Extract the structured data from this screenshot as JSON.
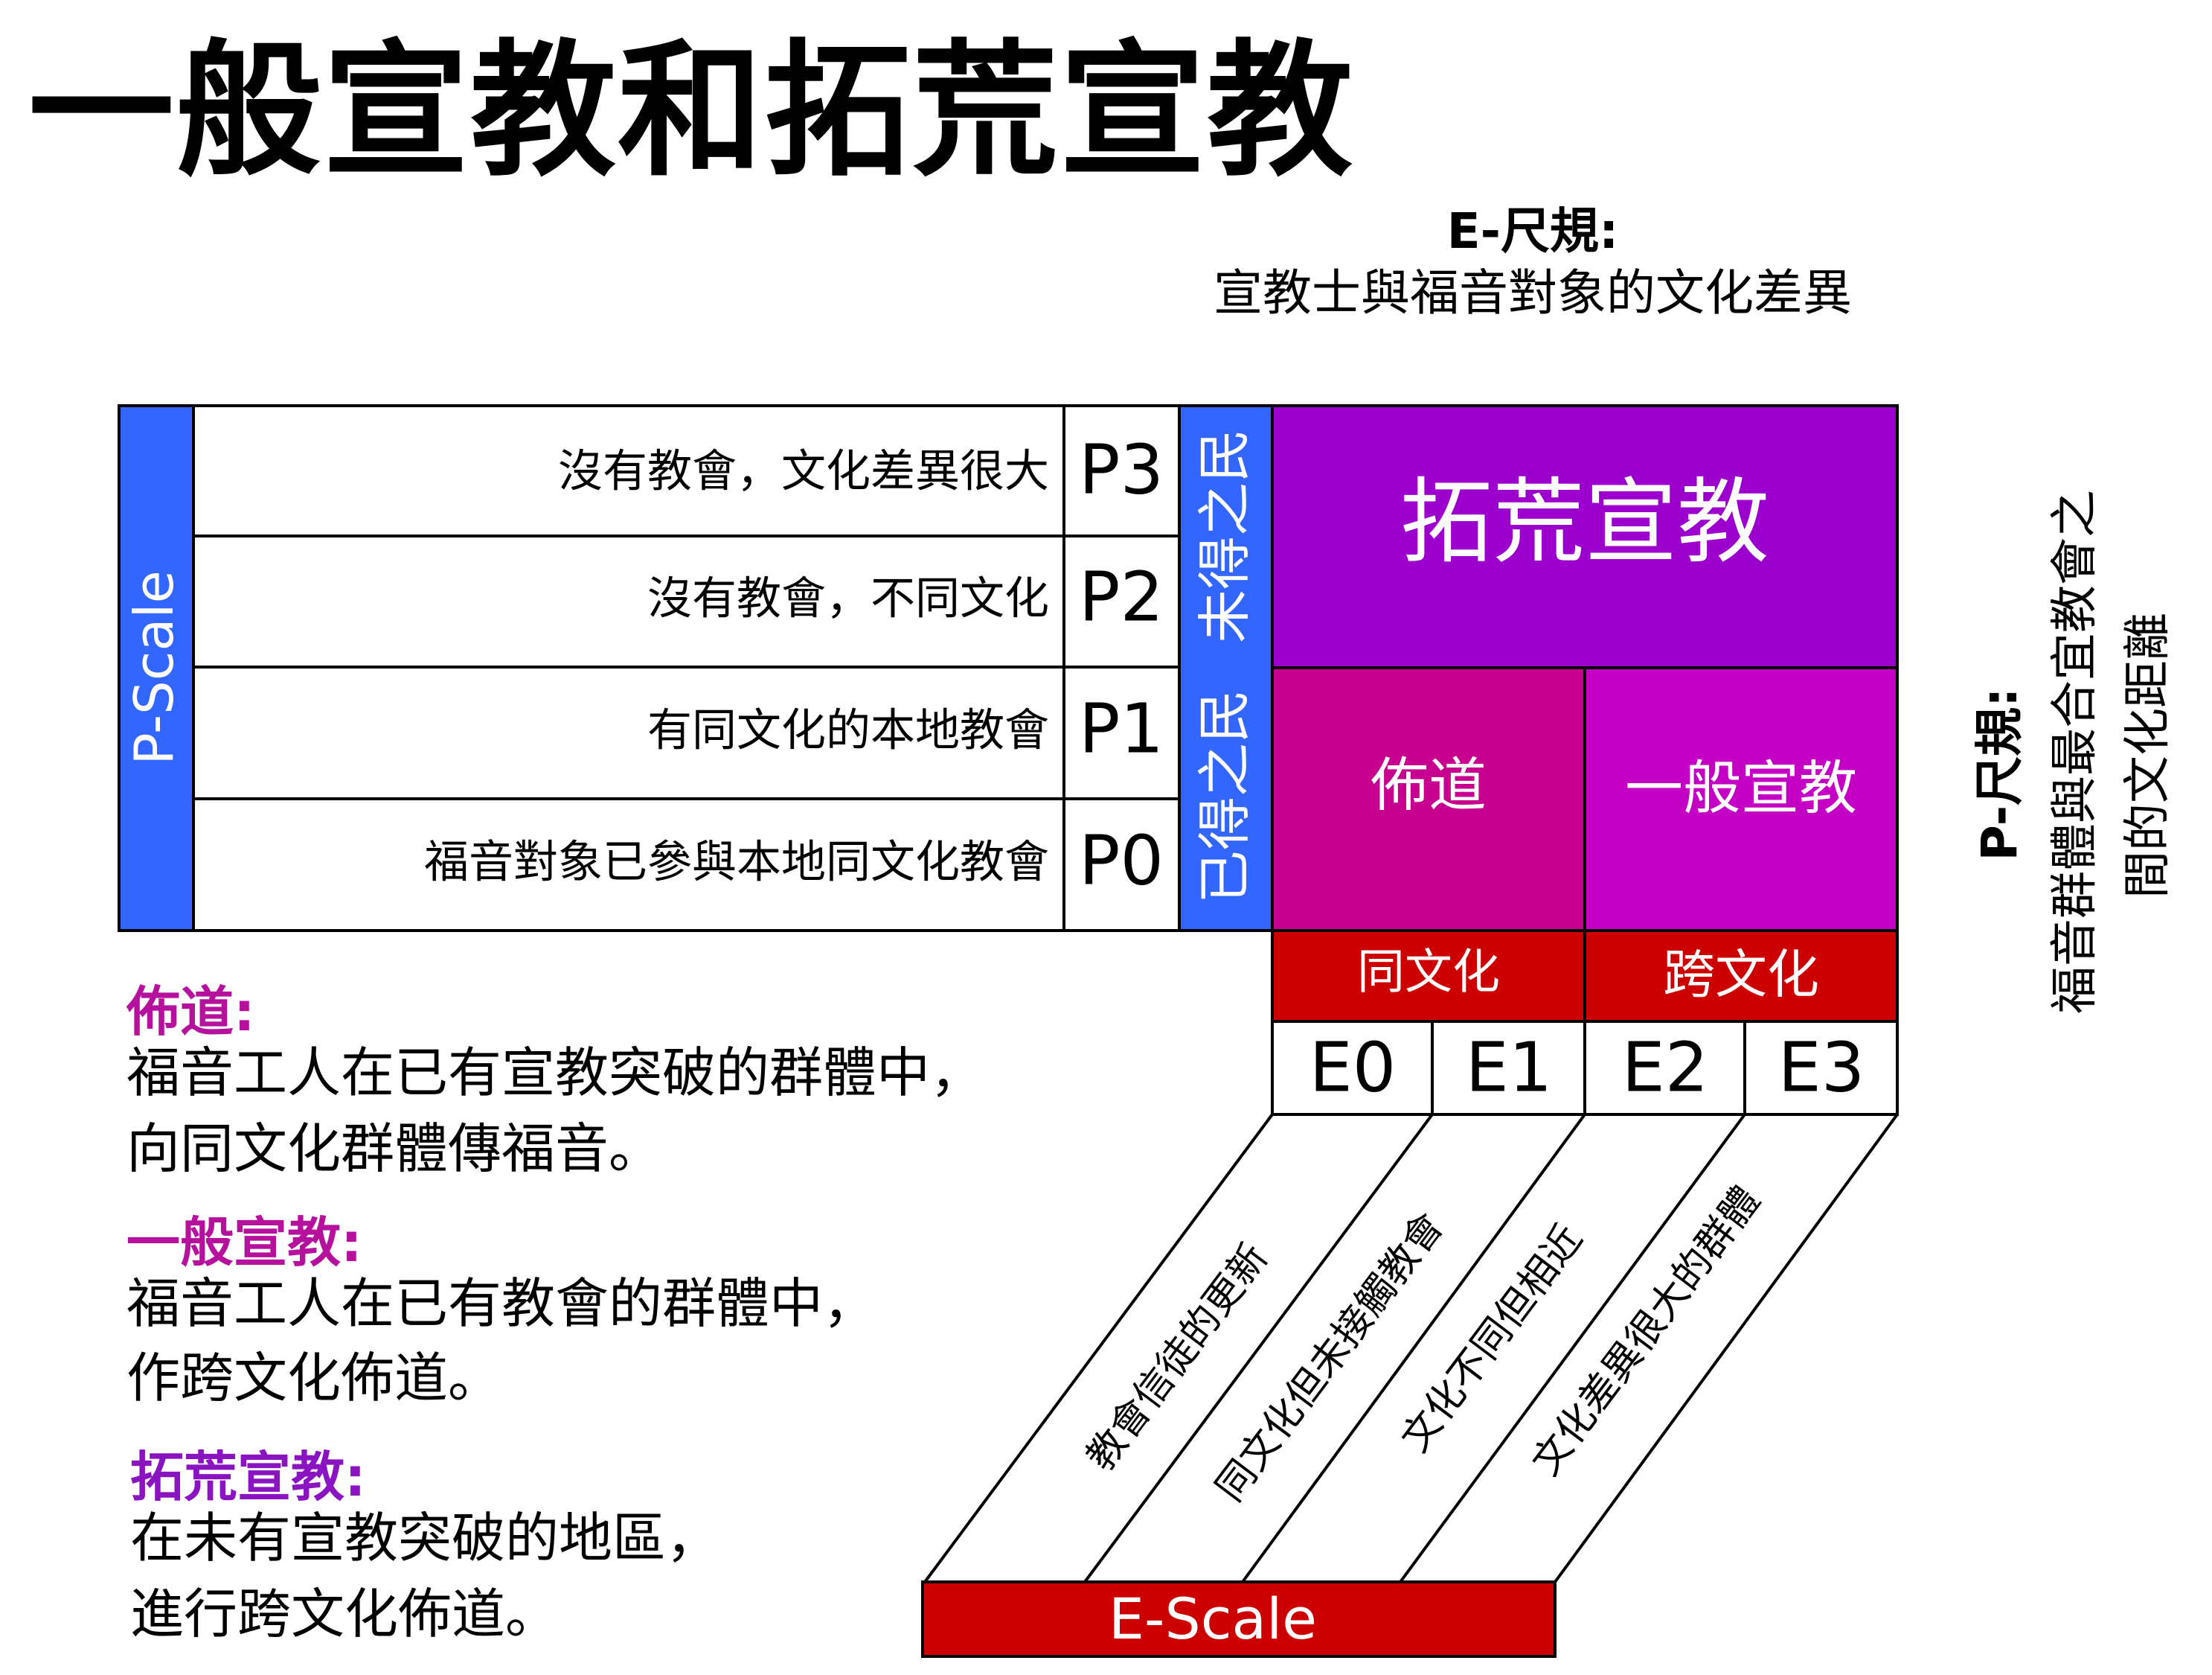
{
  "title": "一般宣教和拓荒宣教",
  "e_scale_header": {
    "heading": "E-尺規:",
    "subtitle": "宣教士與福音對象的文化差異"
  },
  "p_scale_header": {
    "heading": "P-尺規:",
    "line1": "福音群體與最合宜教會之",
    "line2": "間的文化距離"
  },
  "p_scale_label": "P-Scale",
  "p_rows": [
    {
      "desc": "沒有教會，文化差異很大",
      "code": "P3"
    },
    {
      "desc": "沒有教會，不同文化",
      "code": "P2"
    },
    {
      "desc": "有同文化的本地教會",
      "code": "P1"
    },
    {
      "desc": "福音對象已參與本地同文化教會",
      "code": "P0"
    }
  ],
  "people_groups": {
    "unreached": "未得之民",
    "reached": "已得之民"
  },
  "quadrants": {
    "frontier": "拓荒宣教",
    "evangelism": "佈道",
    "regular": "一般宣教"
  },
  "culture_labels": {
    "same": "同文化",
    "cross": "跨文化"
  },
  "e_codes": [
    "E0",
    "E1",
    "E2",
    "E3"
  ],
  "e_descriptions": [
    "教會信徒的更新",
    "同文化但未接觸教會",
    "文化不同但相近",
    "文化差異很大的群體"
  ],
  "e_scale_label": "E-Scale",
  "definitions": [
    {
      "heading": "佈道:",
      "lines": [
        "福音工人在已有宣教突破的群體中，",
        "向同文化群體傳福音。"
      ]
    },
    {
      "heading": "一般宣教:",
      "lines": [
        "福音工人在已有教會的群體中，",
        "作跨文化佈道。"
      ]
    },
    {
      "heading": "拓荒宣教:",
      "lines": [
        "在未有宣教突破的地區，",
        "進行跨文化佈道。"
      ]
    }
  ],
  "colors": {
    "blue": "#3366ff",
    "frontier_purple": "#9b00cc",
    "evangelism_magenta": "#c8008f",
    "regular_magenta": "#c400c4",
    "red": "#cc0000",
    "heading_magenta": "#b5119c",
    "heading_purple": "#8a14c0"
  }
}
